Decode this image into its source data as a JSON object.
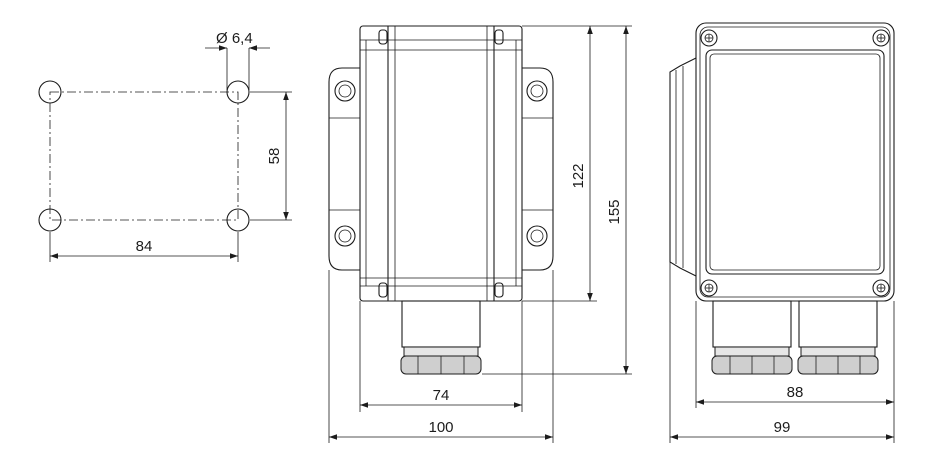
{
  "dimensions": {
    "hole_diameter": "Ø 6,4",
    "hole_spacing_vertical": "58",
    "hole_spacing_horizontal": "84",
    "box_height": "122",
    "overall_height": "155",
    "box_width_side": "74",
    "overall_width_side": "100",
    "box_width_front": "88",
    "overall_width_front": "99"
  }
}
